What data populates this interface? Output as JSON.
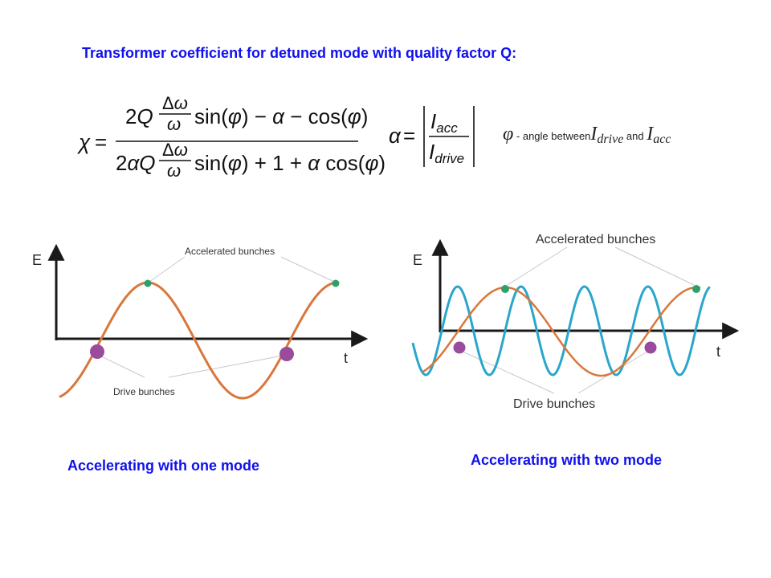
{
  "title": "Transformer coefficient for detuned mode with quality factor Q:",
  "colors": {
    "title": "#1010ee",
    "orange": "#d9773a",
    "blue": "#2aa6cc",
    "green": "#2e9f6a",
    "purple": "#9a4b9e",
    "axis": "#1a1a1a",
    "pointer": "#c8c8c8"
  },
  "formulas": {
    "chi": {
      "lhs": "χ =",
      "numerator": "2Q (Δω/ω) sin(φ) − α − cos(φ)",
      "denominator": "2αQ (Δω/ω) sin(φ) + 1 + α cos(φ)"
    },
    "alpha": {
      "lhs": "α =",
      "numerator": "I_acc",
      "denominator": "I_drive"
    }
  },
  "phi_note": {
    "symbol": "φ",
    "text": "- angle between",
    "i_drive": "I",
    "i_drive_sub": "drive",
    "and": "and",
    "i_acc": "I",
    "i_acc_sub": "acc"
  },
  "diagrams": {
    "one_mode": {
      "y_label": "E",
      "x_label": "t",
      "accelerated_label": "Accelerated bunches",
      "drive_label": "Drive bunches",
      "caption": "Accelerating with one mode"
    },
    "two_mode": {
      "y_label": "E",
      "x_label": "t",
      "accelerated_label": "Accelerated bunches",
      "drive_label": "Drive bunches",
      "caption": "Accelerating with two mode"
    }
  }
}
